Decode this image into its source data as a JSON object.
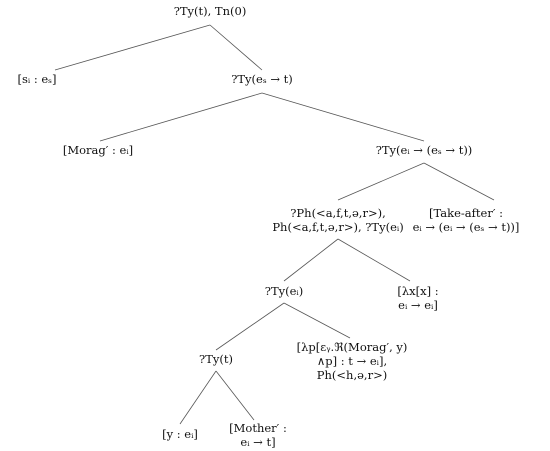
{
  "tree": {
    "root": {
      "lines": [
        "?Ty(t), Tn(0)"
      ]
    },
    "subject": {
      "lines": [
        "[sᵢ : eₛ]"
      ]
    },
    "pred_es_t": {
      "lines": [
        "?Ty(eₛ → t)"
      ]
    },
    "morag": {
      "lines": [
        "[Morag′ : eᵢ]"
      ]
    },
    "pred_ei_es_t": {
      "lines": [
        "?Ty(eᵢ → (eₛ → t))"
      ]
    },
    "ph_node": {
      "lines": [
        "?Ph(<a,f,t,ə,r>),",
        "Ph(<a,f,t,ə,r>), ?Ty(eᵢ)"
      ]
    },
    "take_after": {
      "lines": [
        "[Take-after′ :",
        "eᵢ → (eᵢ → (eₛ → t))]"
      ]
    },
    "ty_ei": {
      "lines": [
        "?Ty(eᵢ)"
      ]
    },
    "lambda_x": {
      "lines": [
        "[λx[x] :",
        "eᵢ → eᵢ]"
      ]
    },
    "ty_t": {
      "lines": [
        "?Ty(t)"
      ]
    },
    "lambda_p": {
      "lines": [
        "[λp[εᵧ.ℜ(Morag′, y)",
        "∧p] : t → eᵢ],",
        "Ph(<h,ə,r>)"
      ]
    },
    "y_node": {
      "lines": [
        "[y : eᵢ]"
      ]
    },
    "mother": {
      "lines": [
        "[Mother′ :",
        "eᵢ → t]"
      ]
    }
  }
}
